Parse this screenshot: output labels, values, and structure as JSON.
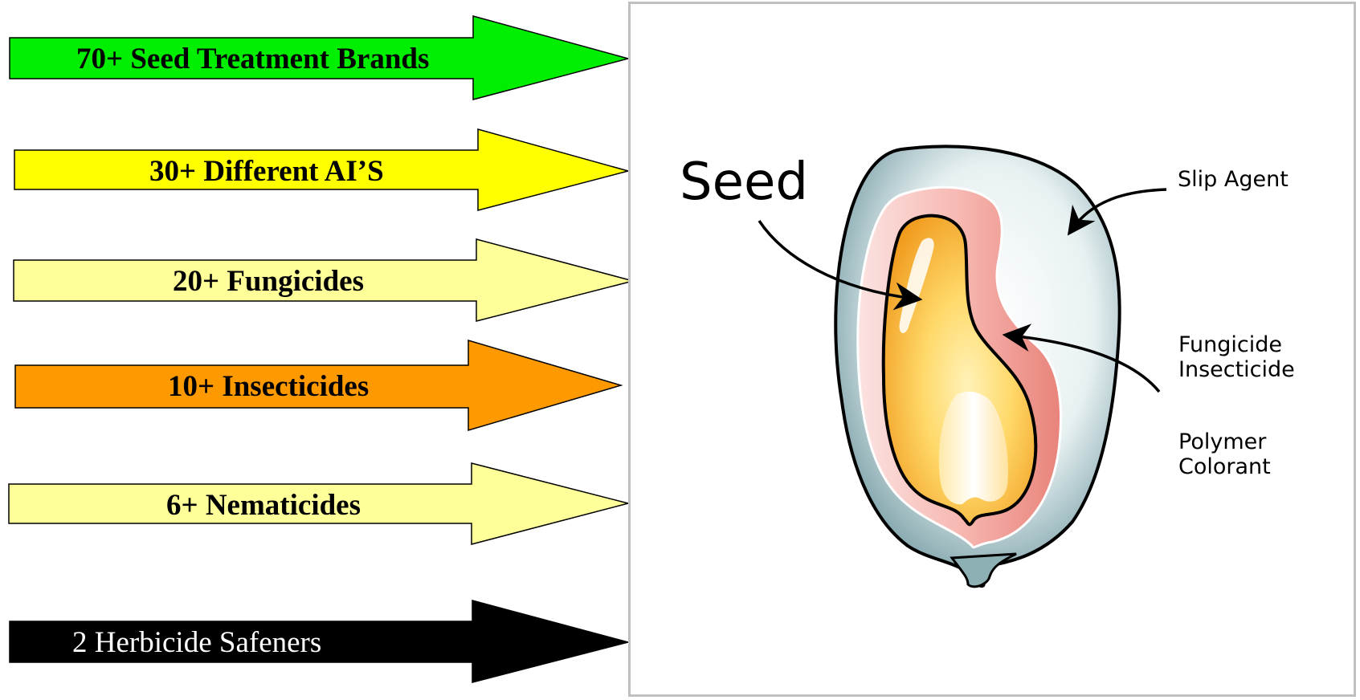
{
  "arrows": [
    {
      "label": "70+ Seed Treatment Brands",
      "color": "#00ee00"
    },
    {
      "label": "30+ Different AI’S",
      "color": "#ffff00"
    },
    {
      "label": "20+ Fungicides",
      "color": "#ffff99"
    },
    {
      "label": "10+ Insecticides",
      "color": "#ff9900"
    },
    {
      "label": "6+ Nematicides",
      "color": "#ffff99"
    },
    {
      "label": "2  Herbicide Safeners",
      "color": "#000000"
    }
  ],
  "diagram": {
    "seed_label": "Seed",
    "slip_agent": "Slip Agent",
    "fungicide": "Fungicide",
    "insecticide": "Insecticide",
    "polymer": "Polymer",
    "colorant": "Colorant"
  }
}
